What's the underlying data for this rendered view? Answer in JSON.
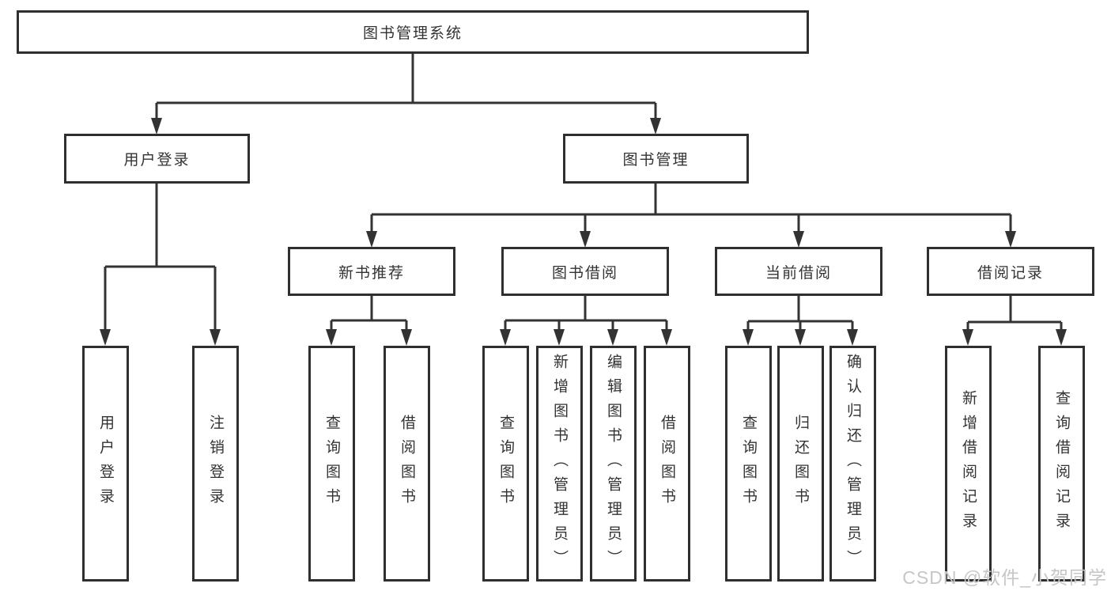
{
  "diagram": {
    "title": "图书管理系统",
    "root": {
      "label": "图书管理系统"
    },
    "level2": [
      {
        "label": "用户登录"
      },
      {
        "label": "图书管理"
      }
    ],
    "level3": [
      {
        "label": "新书推荐",
        "parent": "图书管理"
      },
      {
        "label": "图书借阅",
        "parent": "图书管理"
      },
      {
        "label": "当前借阅",
        "parent": "图书管理"
      },
      {
        "label": "借阅记录",
        "parent": "图书管理"
      }
    ],
    "leaves": [
      {
        "label": "用户登录",
        "parent": "用户登录"
      },
      {
        "label": "注销登录",
        "parent": "用户登录"
      },
      {
        "label": "查询图书",
        "parent": "新书推荐"
      },
      {
        "label": "借阅图书",
        "parent": "新书推荐"
      },
      {
        "label": "查询图书",
        "parent": "图书借阅"
      },
      {
        "label": "新增图书（管理员）",
        "parent": "图书借阅"
      },
      {
        "label": "编辑图书（管理员）",
        "parent": "图书借阅"
      },
      {
        "label": "借阅图书",
        "parent": "图书借阅"
      },
      {
        "label": "查询图书",
        "parent": "当前借阅"
      },
      {
        "label": "归还图书",
        "parent": "当前借阅"
      },
      {
        "label": "确认归还（管理员）",
        "parent": "当前借阅"
      },
      {
        "label": "新增借阅记录",
        "parent": "借阅记录"
      },
      {
        "label": "查询借阅记录",
        "parent": "借阅记录"
      }
    ],
    "colors": {
      "line": "#333333",
      "border": "#2f2f2f",
      "text": "#333333",
      "background": "#ffffff"
    }
  },
  "watermark": {
    "text": "CSDN @软件_小贺同学",
    "color": "#c6c6c6"
  }
}
